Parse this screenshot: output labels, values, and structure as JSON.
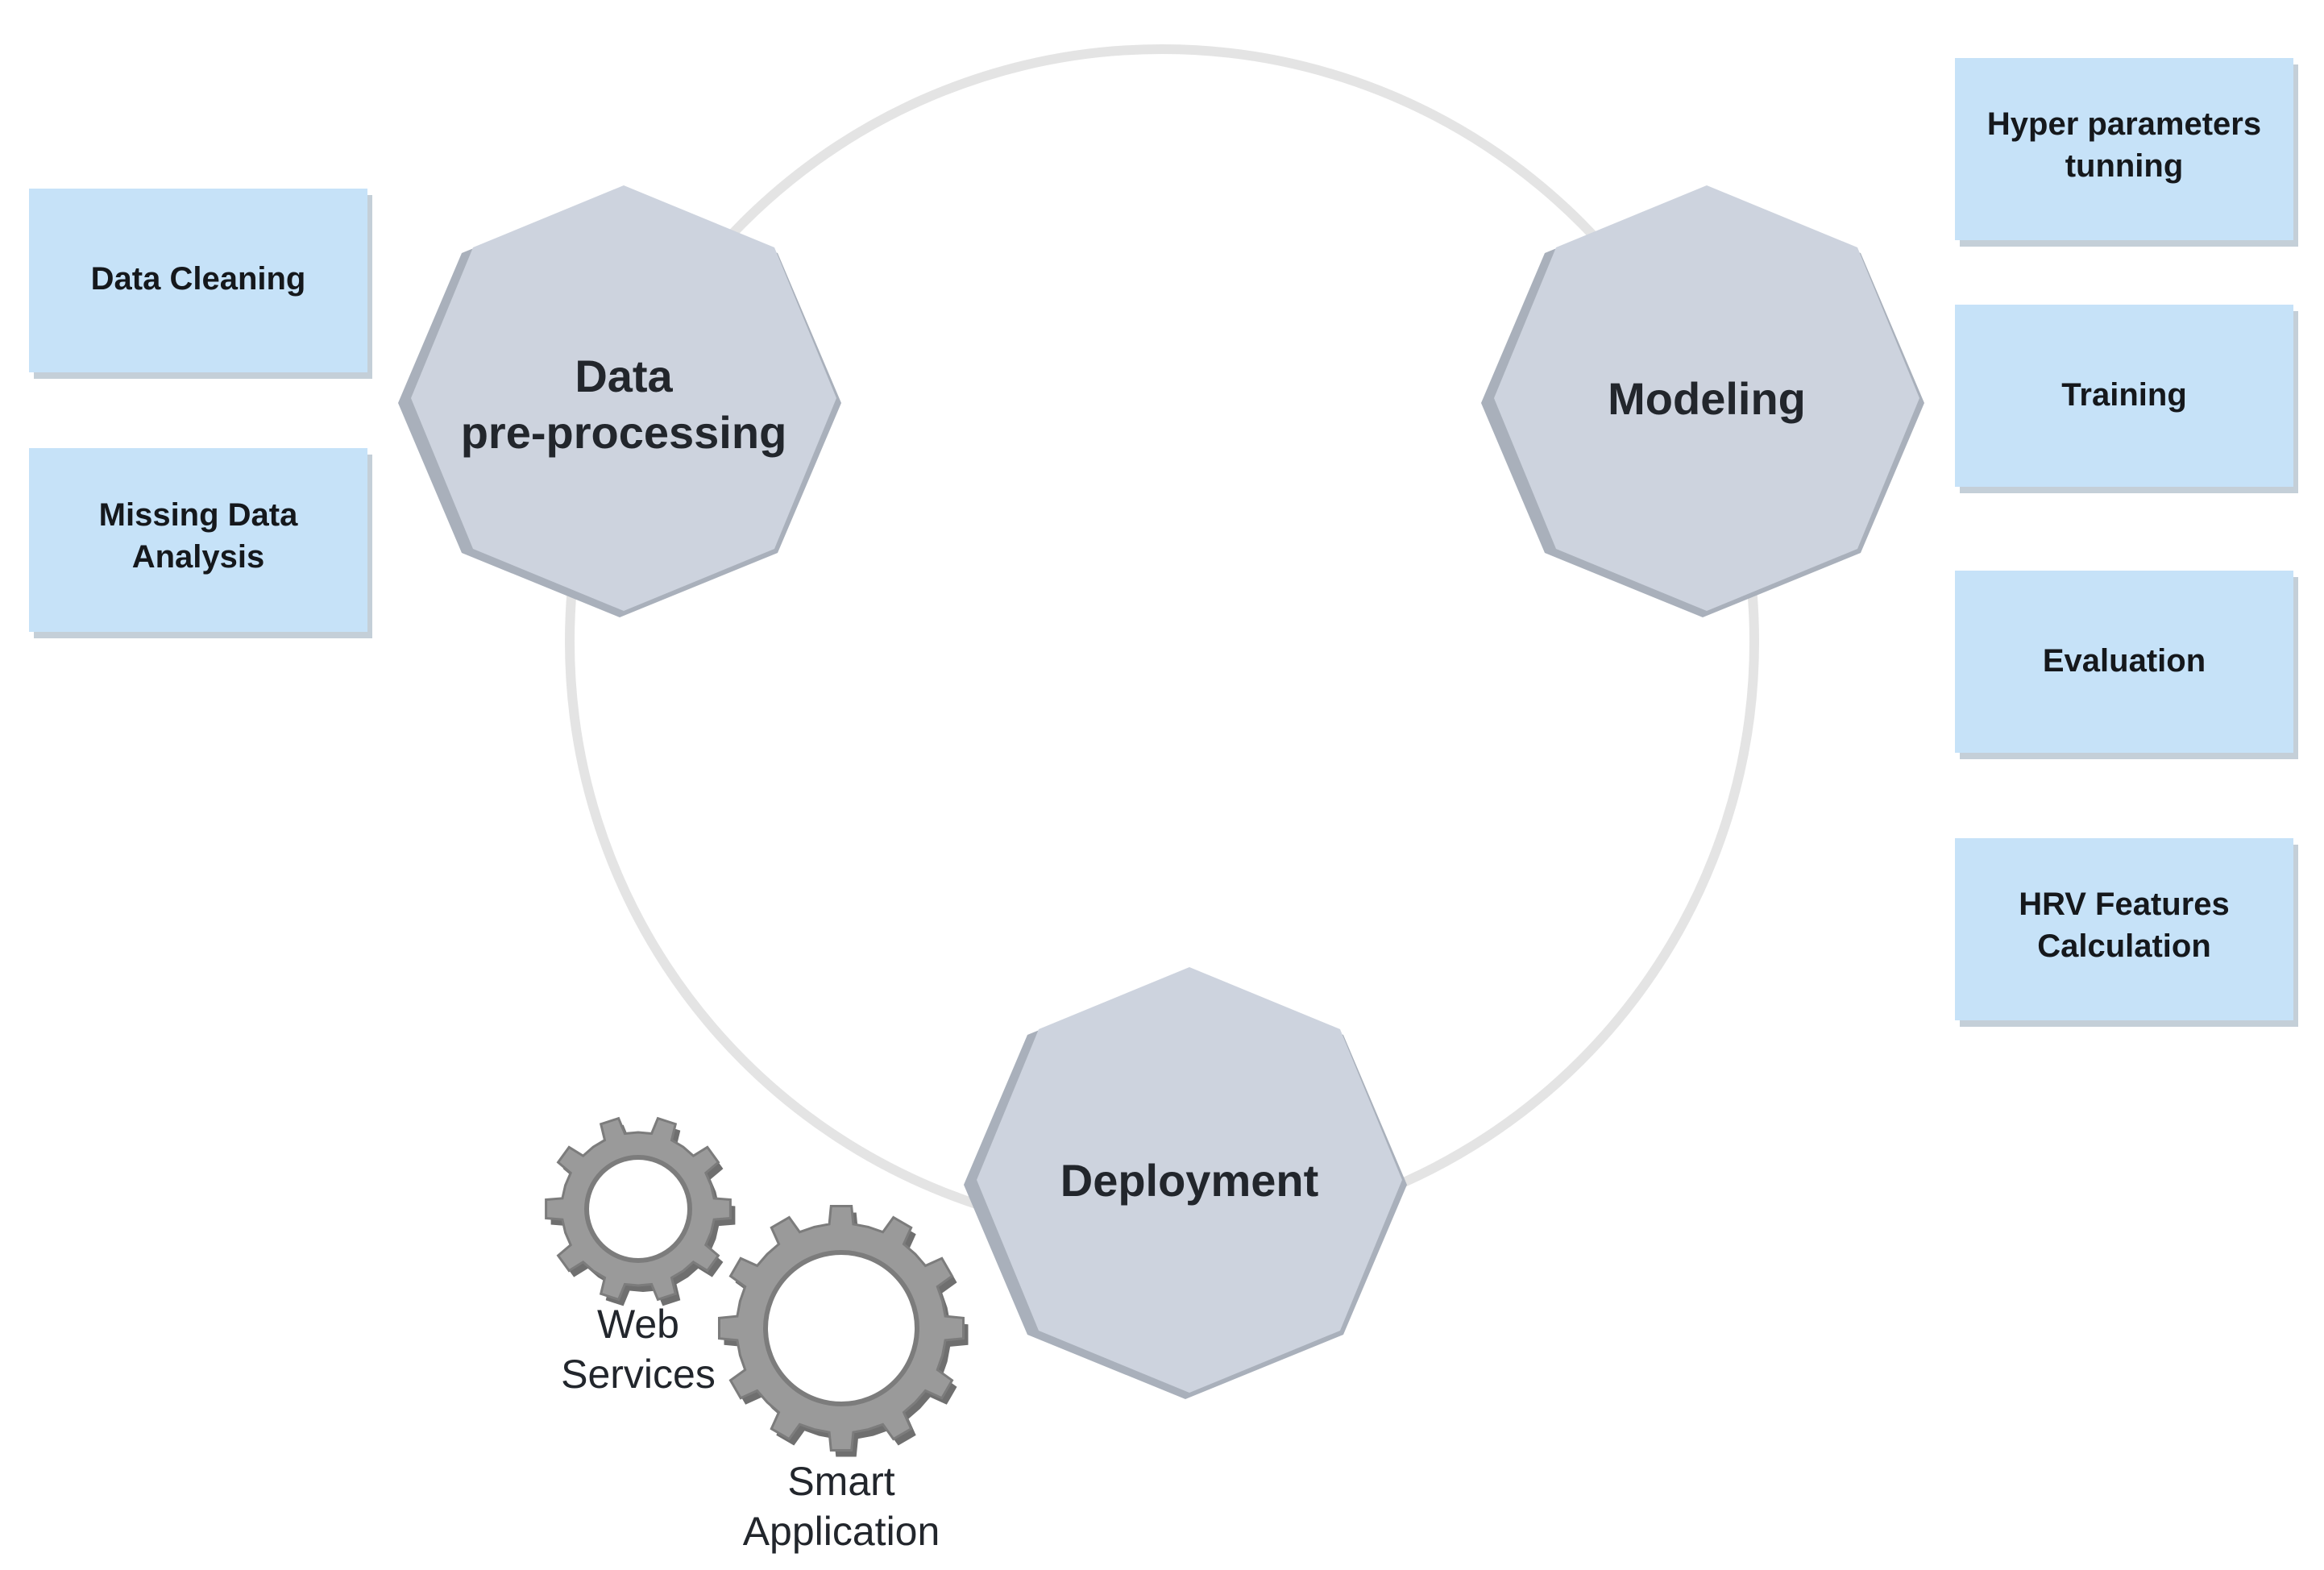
{
  "cycle_stages": [
    {
      "id": "preprocessing",
      "lines": [
        "Data",
        "pre-processing"
      ]
    },
    {
      "id": "modeling",
      "lines": [
        "Modeling"
      ]
    },
    {
      "id": "deployment",
      "lines": [
        "Deployment"
      ]
    }
  ],
  "preprocessing_tasks": [
    {
      "lines": [
        "Data Cleaning"
      ]
    },
    {
      "lines": [
        "Missing Data",
        "Analysis"
      ]
    }
  ],
  "modeling_tasks": [
    {
      "lines": [
        "Hyper parameters",
        "tunning"
      ]
    },
    {
      "lines": [
        "Training"
      ]
    },
    {
      "lines": [
        "Evaluation"
      ]
    },
    {
      "lines": [
        "HRV Features",
        "Calculation"
      ]
    }
  ],
  "deployment_targets": [
    {
      "lines": [
        "Web",
        "Services"
      ]
    },
    {
      "lines": [
        "Smart",
        "Application"
      ]
    }
  ],
  "colors": {
    "task_box": "#c6e2f8",
    "stage": "#cdd3de",
    "cycle_ring": "#e4e4e4",
    "gear": "#9a9a9a"
  },
  "icons": [
    "gear-icon"
  ]
}
